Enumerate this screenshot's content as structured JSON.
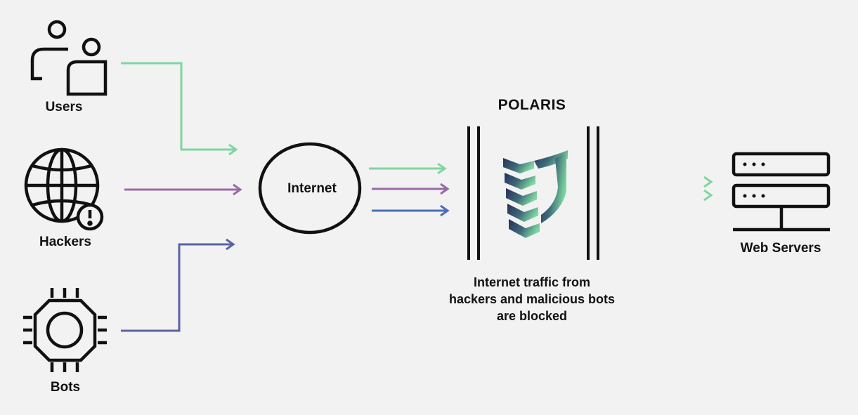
{
  "sources": {
    "users": {
      "label": "Users",
      "icon": "users-icon"
    },
    "hackers": {
      "label": "Hackers",
      "icon": "globe-warning-icon"
    },
    "bots": {
      "label": "Bots",
      "icon": "chip-icon"
    }
  },
  "internet": {
    "label": "Internet"
  },
  "polaris": {
    "title": "POLARIS",
    "icon": "polaris-shield-logo",
    "caption_lines": [
      "Internet traffic from",
      "hackers and malicious bots",
      "are blocked"
    ]
  },
  "web_servers": {
    "label": "Web Servers",
    "icon": "server-rack-icon"
  },
  "colors": {
    "background": "#f2f2f2",
    "stroke": "#111111",
    "users_flow": "#7fd6a0",
    "hackers_flow": "#9a6aa8",
    "bots_flow": "#5a62a6",
    "blue_flow": "#4a6fb8",
    "dark_flow": "#2a3566",
    "logo_gradient_start": "#27305a",
    "logo_gradient_end": "#7fd6a0"
  }
}
